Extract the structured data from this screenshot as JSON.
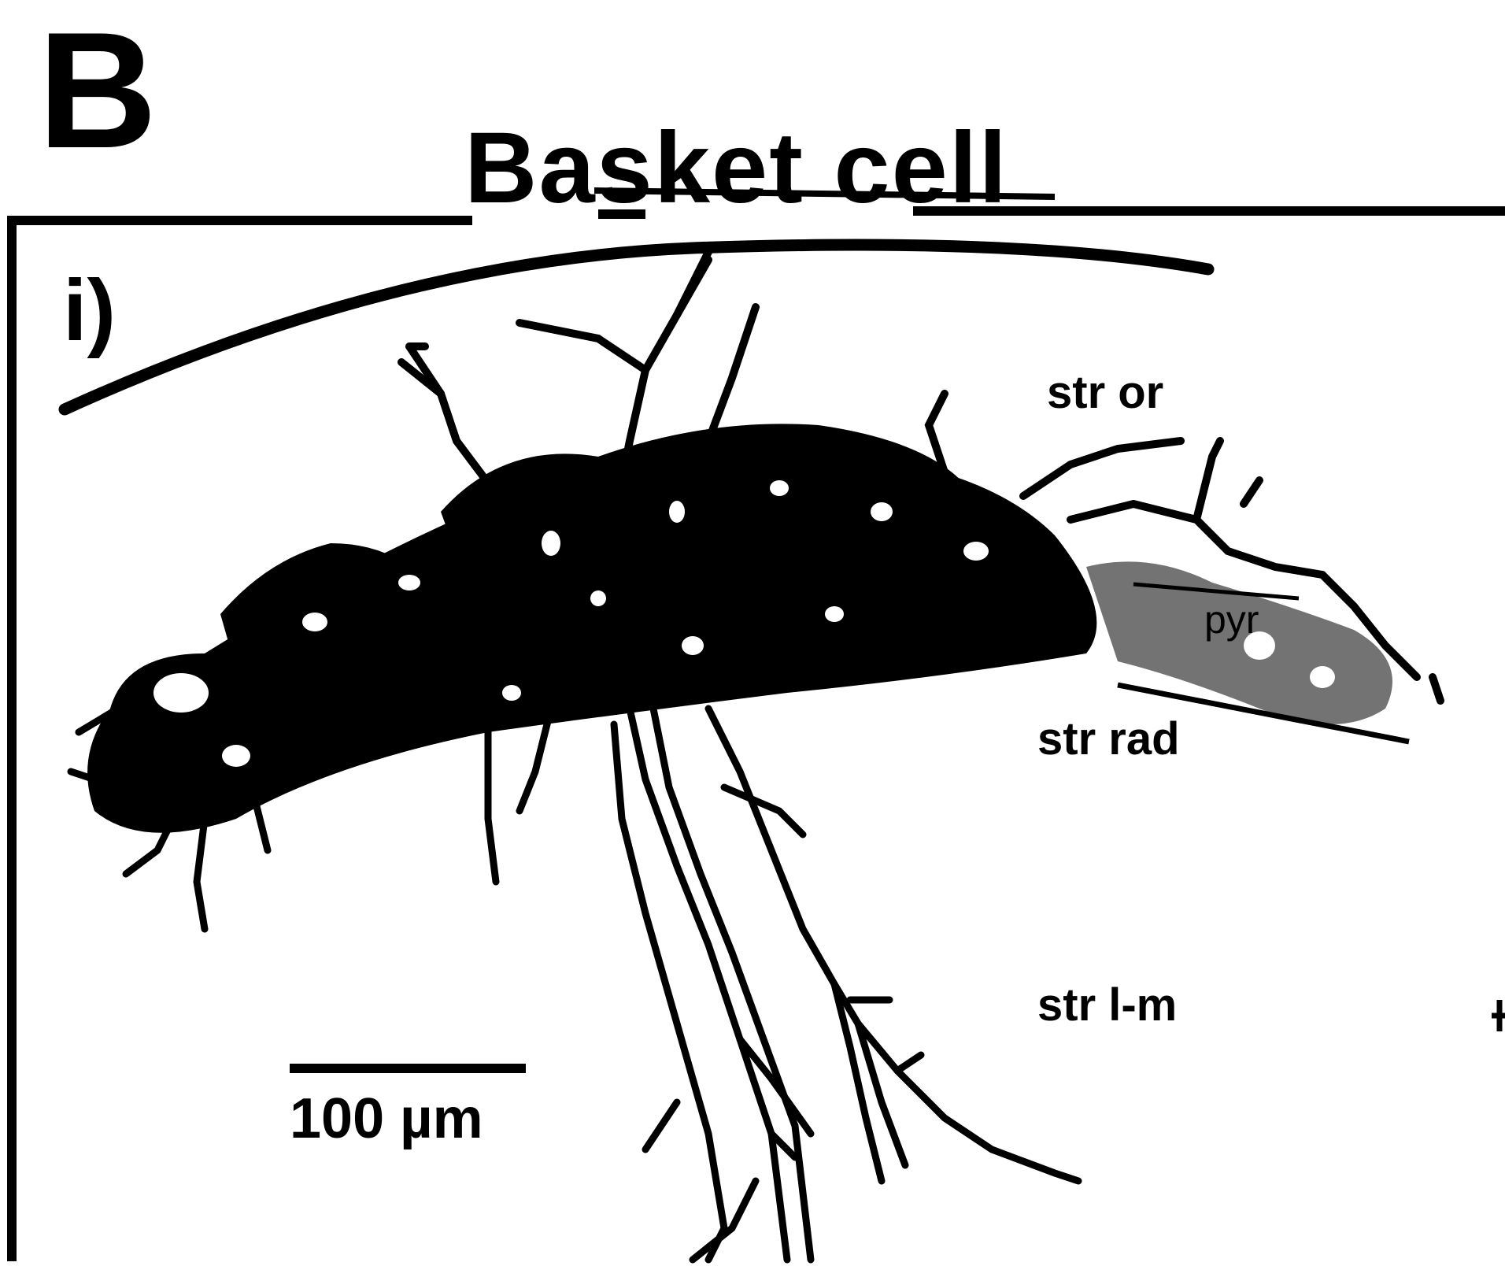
{
  "panel_letter": "B",
  "title": "Basket cell",
  "sub_panel": "i)",
  "layers": {
    "oriens": "str or",
    "pyramidale": "pyr",
    "radiatum": "str rad",
    "lacunosum": "str l-m"
  },
  "scale_bar": {
    "label": "100 µm",
    "length_um": 100
  },
  "colors": {
    "ink": "#000000",
    "background": "#ffffff"
  }
}
